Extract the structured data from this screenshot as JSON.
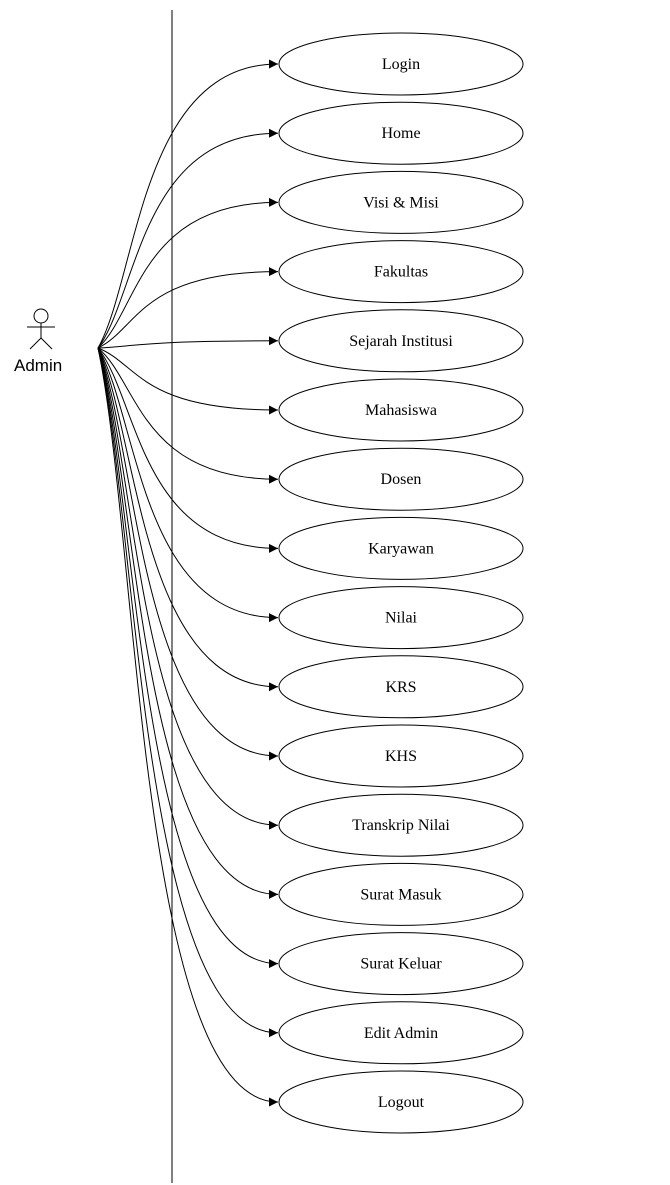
{
  "actor": {
    "name": "Admin"
  },
  "use_cases": [
    "Login",
    "Home",
    "Visi & Misi",
    "Fakultas",
    "Sejarah Institusi",
    "Mahasiswa",
    "Dosen",
    "Karyawan",
    "Nilai",
    "KRS",
    "KHS",
    "Transkrip Nilai",
    "Surat Masuk",
    "Surat Keluar",
    "Edit Admin",
    "Logout"
  ]
}
